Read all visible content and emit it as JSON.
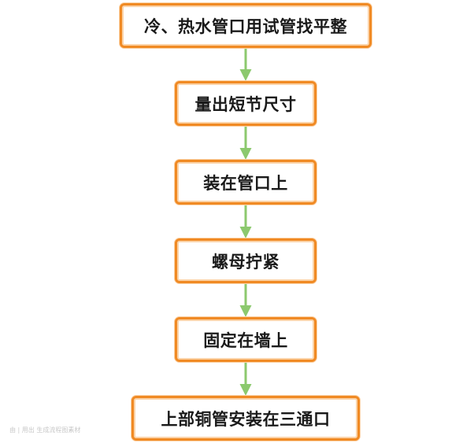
{
  "steps": [
    "冷、热水管口用试管找平整",
    "量出短节尺寸",
    "装在管口上",
    "螺母拧紧",
    "固定在墙上",
    "上部铜管安装在三通口"
  ],
  "watermark": "由 | 用出 生成流程图素材",
  "colors": {
    "box_border": "#f08a24",
    "arrow": "#8cc96e"
  }
}
